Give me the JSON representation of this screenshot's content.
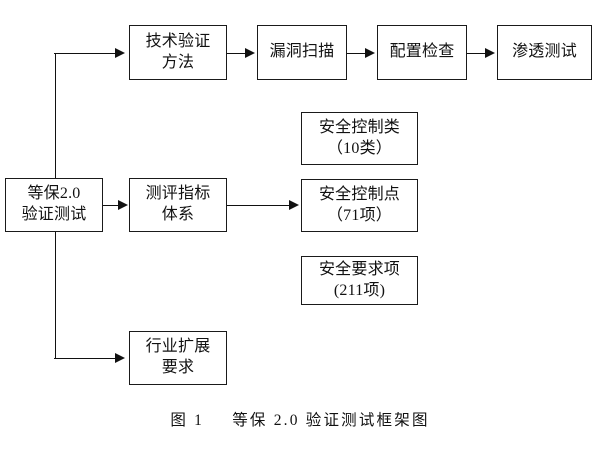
{
  "figure": {
    "caption_label": "图 1",
    "caption_title": "等保 2.0 验证测试框架图"
  },
  "nodes": {
    "root": {
      "line1": "等保2.0",
      "line2": "验证测试"
    },
    "tech_method": {
      "line1": "技术验证",
      "line2": "方法"
    },
    "vuln_scan": {
      "line1": "漏洞扫描",
      "line2": ""
    },
    "config_check": {
      "line1": "配置检查",
      "line2": ""
    },
    "pen_test": {
      "line1": "渗透测试",
      "line2": ""
    },
    "index_system": {
      "line1": "测评指标",
      "line2": "体系"
    },
    "control_class": {
      "line1": "安全控制类",
      "line2": "（10类）"
    },
    "control_point": {
      "line1": "安全控制点",
      "line2": "（71项）"
    },
    "requirement_item": {
      "line1": "安全要求项",
      "line2": "(211项)"
    },
    "industry_ext": {
      "line1": "行业扩展",
      "line2": "要求"
    }
  },
  "colors": {
    "stroke": "#111111",
    "box_border": "#1a1a1a",
    "background": "#ffffff",
    "text": "#111111"
  }
}
